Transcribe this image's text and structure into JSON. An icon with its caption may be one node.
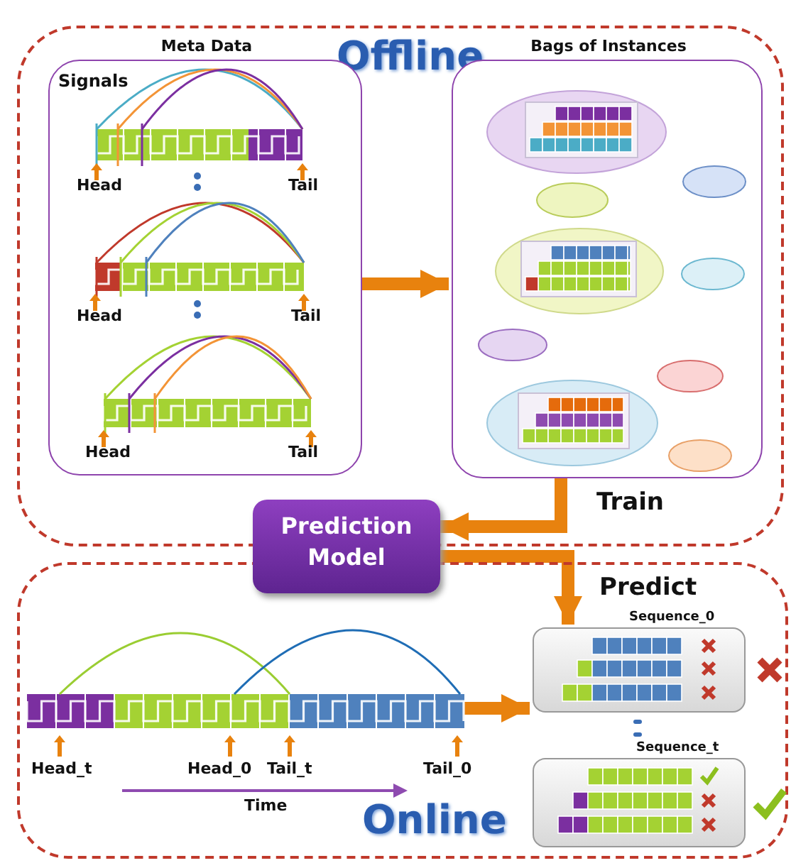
{
  "diagram": {
    "nodes": [
      {
        "text": [
          "Offline"
        ]
      },
      {
        "text": [
          "Meta Data",
          "Signals"
        ],
        "in": 0
      },
      {
        "text": [
          "Bags of Instances"
        ],
        "in": 0
      },
      {
        "text": [
          "Prediction Model"
        ]
      },
      {
        "text": [
          "Online"
        ]
      },
      {
        "text": [],
        "shape": "bar",
        "in": 4
      },
      {
        "text": [
          "Sequence_0"
        ],
        "in": 4
      },
      {
        "text": [
          "Sequence_t"
        ],
        "in": 4
      }
    ],
    "edges": [
      {
        "from": 1,
        "to": 2,
        "arrow": "to"
      },
      {
        "from": 2,
        "to": 3,
        "arrow": "to",
        "label": "Train"
      },
      {
        "from": 3,
        "to": 6,
        "arrow": "to",
        "label": "Predict"
      },
      {
        "from": 5,
        "to": 6,
        "arrow": "to"
      }
    ],
    "labels": [
      "Head",
      "Tail",
      "Head",
      "Tail",
      "Head",
      "Tail",
      "Head_t",
      "Head_0",
      "Tail_t",
      "Tail_0",
      "Time"
    ]
  }
}
